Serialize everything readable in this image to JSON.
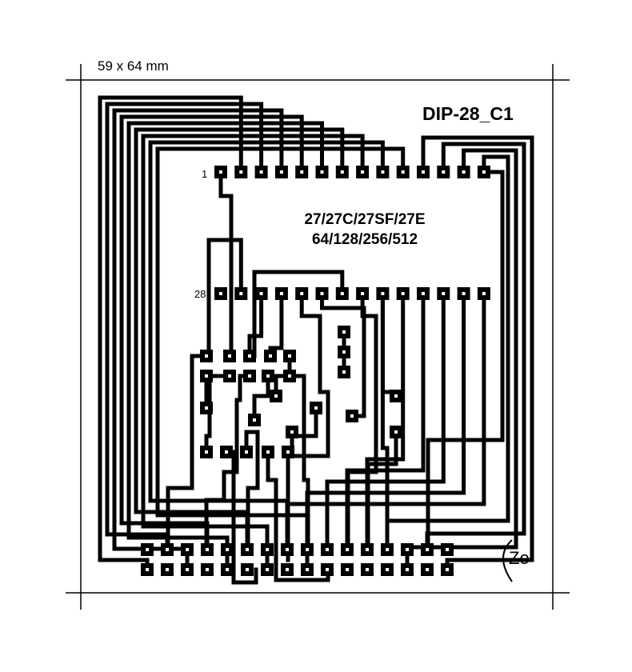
{
  "board": {
    "dimension_label": "59 x 64 mm",
    "name": "DIP-28_C1",
    "chip_types": "27/27C/27SF/27E",
    "chip_sizes": "64/128/256/512",
    "pin1_label": "1",
    "pin28_label": "28",
    "logo_text": "Zo"
  }
}
